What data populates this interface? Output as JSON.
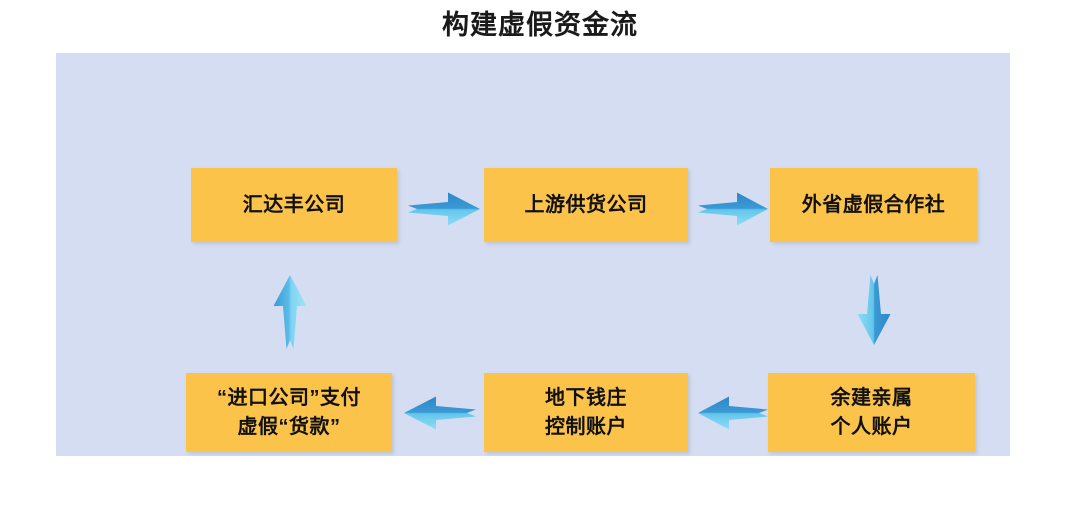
{
  "title": "构建虚假资金流",
  "colors": {
    "panel_background": "#d4ddf1",
    "node_fill": "#fbc34a",
    "node_text": "#111111",
    "arrow_dark": "#2a7fc1",
    "arrow_light": "#6fd0ef",
    "page_background": "#ffffff",
    "title_text": "#1a1a1a"
  },
  "chart_data": {
    "type": "diagram",
    "title": "构建虚假资金流",
    "layout": "cycle-flow, 3 columns x 2 rows, clockwise",
    "nodes": [
      {
        "id": "a",
        "label": "汇达丰公司",
        "row": "top",
        "column": 1
      },
      {
        "id": "b",
        "label": "上游供货公司",
        "row": "top",
        "column": 2
      },
      {
        "id": "c",
        "label": "外省虚假合作社",
        "row": "top",
        "column": 3
      },
      {
        "id": "d",
        "label": "余建亲属\n个人账户",
        "row": "bottom",
        "column": 3
      },
      {
        "id": "e",
        "label": "地下钱庄\n控制账户",
        "row": "bottom",
        "column": 2
      },
      {
        "id": "f",
        "label": "“进口公司”支付\n虚假“货款”",
        "row": "bottom",
        "column": 1
      }
    ],
    "edges": [
      {
        "from": "a",
        "to": "b",
        "direction": "right"
      },
      {
        "from": "b",
        "to": "c",
        "direction": "right"
      },
      {
        "from": "c",
        "to": "d",
        "direction": "down"
      },
      {
        "from": "d",
        "to": "e",
        "direction": "left"
      },
      {
        "from": "e",
        "to": "f",
        "direction": "left"
      },
      {
        "from": "f",
        "to": "a",
        "direction": "up"
      }
    ]
  },
  "nodes": {
    "a": "汇达丰公司",
    "b": "上游供货公司",
    "c": "外省虚假合作社",
    "d": "余建亲属\n个人账户",
    "e": "地下钱庄\n控制账户",
    "f": "“进口公司”支付\n虚假“货款”"
  },
  "arrows": {
    "a_to_b": "arrow-right-icon",
    "b_to_c": "arrow-right-icon",
    "c_to_d": "arrow-down-icon",
    "d_to_e": "arrow-left-icon",
    "e_to_f": "arrow-left-icon",
    "f_to_a": "arrow-up-icon"
  }
}
